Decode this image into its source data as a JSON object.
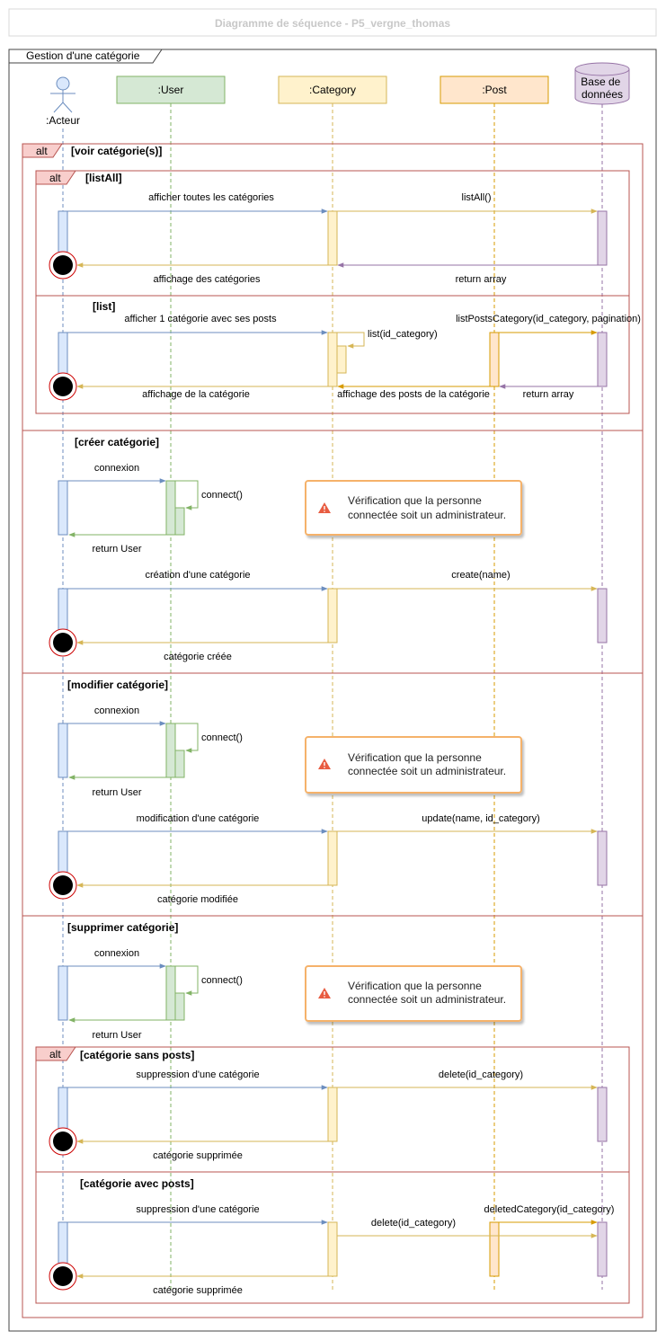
{
  "title": "Diagramme de séquence - P5_vergne_thomas",
  "frame_label": "Gestion d'une catégorie",
  "colors": {
    "blue": "#6c8ebf",
    "blue_fill": "#dae8fc",
    "green": "#82b366",
    "green_fill": "#d5e8d4",
    "yellow": "#d6b656",
    "yellow_fill": "#fff2cc",
    "orange": "#d79b00",
    "orange_fill": "#ffe6cc",
    "purple": "#9673a6",
    "purple_fill": "#e1d5e7",
    "red": "#b85450",
    "red_fill": "#f8cecc",
    "note_border": "#f5b26b",
    "warn": "#e85c41"
  },
  "participants": {
    "actor": ":Acteur",
    "user": ":User",
    "category": ":Category",
    "post": ":Post",
    "db": [
      "Base de",
      "données"
    ]
  },
  "fragments": {
    "alt": "alt",
    "voir": "[voir catégorie(s)]",
    "listall": "[listAll]",
    "list": "[list]",
    "creer": "[créer catégorie]",
    "modifier": "[modifier catégorie]",
    "supprimer": "[supprimer catégorie]",
    "sans_posts": "[catégorie sans posts]",
    "avec_posts": "[catégorie avec posts]"
  },
  "messages": {
    "afficher_toutes": "afficher toutes les catégories",
    "listall_call": "listAll()",
    "affichage_categories": "affichage des catégories",
    "return_array": "return array",
    "afficher_une": "afficher 1 catégorie avec ses posts",
    "list_call": "list(id_category)",
    "list_posts_call": "listPostsCategory(id_category, pagination)",
    "affichage_categorie": "affichage de la catégorie",
    "affichage_posts": "affichage des posts de la catégorie",
    "connexion": "connexion",
    "connect_call": "connect()",
    "return_user": "return User",
    "creation": "création d'une catégorie",
    "create_call": "create(name)",
    "categorie_creee": "catégorie créée",
    "modification": "modification d'une catégorie",
    "update_call": "update(name, id_category)",
    "categorie_modifiee": "catégorie modifiée",
    "suppression": "suppression d'une catégorie",
    "delete_call": "delete(id_category)",
    "categorie_supprimee": "catégorie supprimée",
    "deleted_category_call": "deletedCategory(id_category)"
  },
  "note": {
    "line1": "Vérification que la personne",
    "line2": "connectée soit un administrateur.",
    "icon": "warning-icon"
  }
}
